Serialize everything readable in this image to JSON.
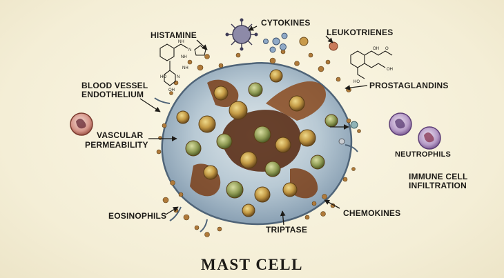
{
  "title": "MAST CELL",
  "labels": {
    "histamine": "HISTAMINE",
    "cytokines": "CYTOKINES",
    "leukotrienes": "LEUKOTRIENES",
    "prostaglandins": "PROSTAGLANDINS",
    "blood_vessel_1": "BLOOD VESSEL",
    "blood_vessel_2": "ENDOTHELIUM",
    "vascular_1": "VASCULAR",
    "vascular_2": "PERMEABILITY",
    "neutrophils": "NEUTROPHILS",
    "immune_1": "IMMUNE CELL",
    "immune_2": "INFILTRATION",
    "eosinophils": "EOSINOPHILS",
    "tryptase": "TRIPTASE",
    "chemokines": "CHEMOKINES"
  },
  "colors": {
    "background": "#f6f1dc",
    "cell_membrane": "#9fb6c8",
    "granule": "#c9a24a",
    "granule_core": "#6e4a1e",
    "rupture": "#8a4a1f",
    "neutrophil": "#b99ac8",
    "eosinophil": "#d79a8c"
  }
}
